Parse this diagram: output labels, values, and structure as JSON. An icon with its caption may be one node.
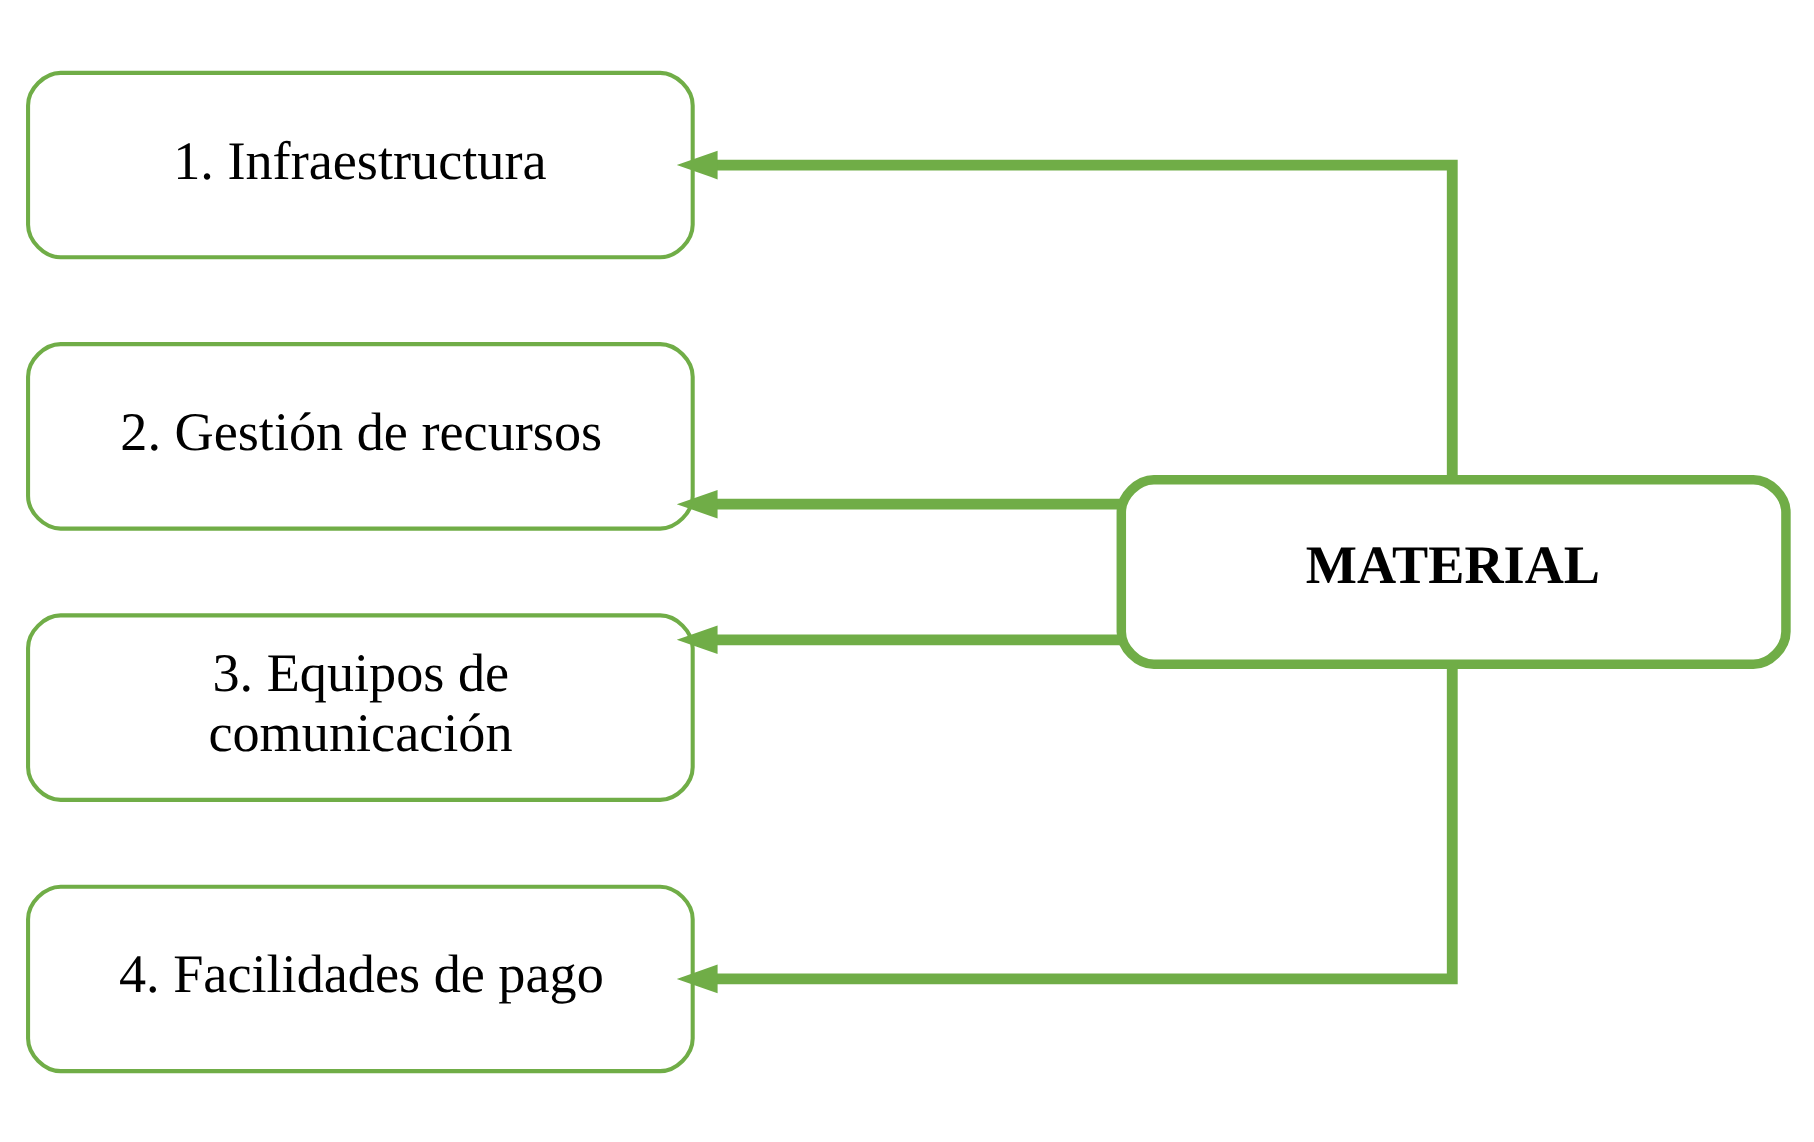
{
  "diagram": {
    "nodes": [
      {
        "text": [
          "1. Infraestructura"
        ]
      },
      {
        "text": [
          "2. Gestión de recursos"
        ]
      },
      {
        "text": [
          "3. Equipos de comunicación"
        ]
      },
      {
        "text": [
          "4. Facilidades de pago"
        ]
      },
      {
        "text": [
          "MATERIAL"
        ]
      }
    ],
    "edges": [
      {
        "from": 4,
        "to": 0,
        "arrow": "to"
      },
      {
        "from": 4,
        "to": 1,
        "arrow": "to"
      },
      {
        "from": 4,
        "to": 2,
        "arrow": "to"
      },
      {
        "from": 4,
        "to": 3,
        "arrow": "to"
      }
    ]
  }
}
